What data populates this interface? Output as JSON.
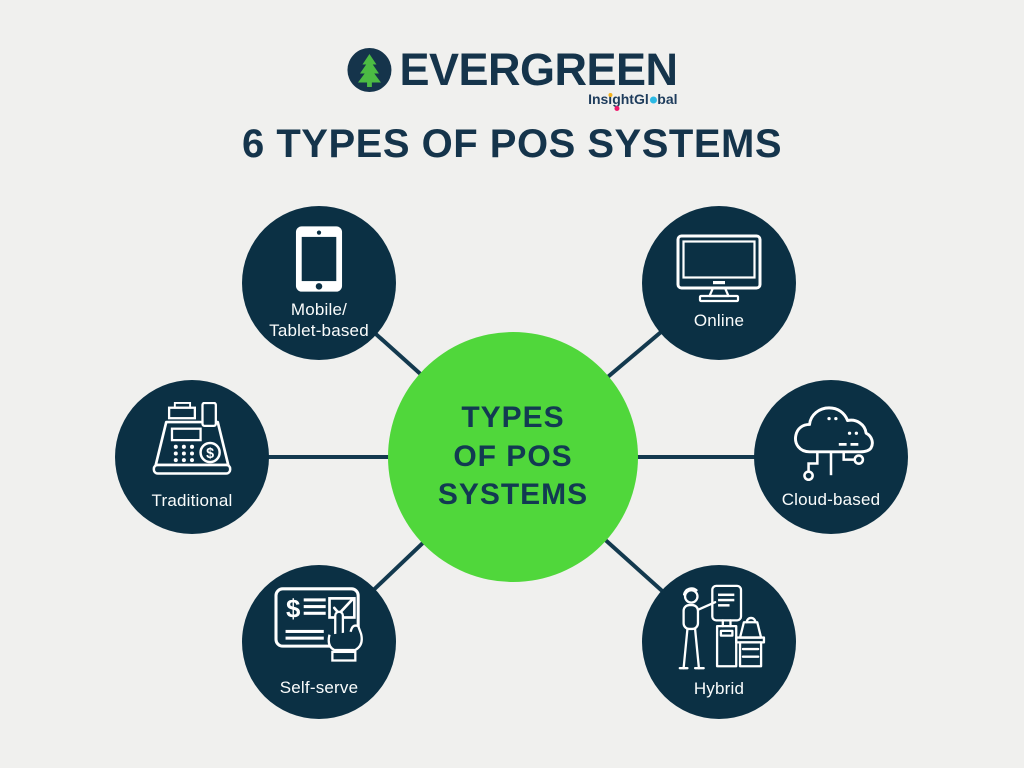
{
  "header": {
    "logo_text": "EVERGREEN",
    "logo_sub": {
      "pre": "Ins",
      "i1": "i",
      "mid": "ghtGl",
      "o": "o",
      "post": "bal"
    },
    "title": "6 TYPES OF POS SYSTEMS"
  },
  "center_node": {
    "lines": [
      "TYPES",
      "OF POS",
      "SYSTEMS"
    ]
  },
  "nodes": [
    {
      "id": "mobile-tablet",
      "icon": "tablet-icon",
      "label_lines": [
        "Mobile/",
        "Tablet-based"
      ]
    },
    {
      "id": "online",
      "icon": "desktop-monitor-icon",
      "label_lines": [
        "Online"
      ]
    },
    {
      "id": "traditional",
      "icon": "cash-register-icon",
      "label_lines": [
        "Traditional"
      ]
    },
    {
      "id": "cloud-based",
      "icon": "cloud-network-icon",
      "label_lines": [
        "Cloud-based"
      ]
    },
    {
      "id": "self-serve",
      "icon": "touchscreen-hand-icon",
      "label_lines": [
        "Self-serve"
      ]
    },
    {
      "id": "hybrid",
      "icon": "checkout-kiosk-icon",
      "label_lines": [
        "Hybrid"
      ]
    }
  ],
  "icons": {
    "dollar": "$"
  },
  "colors": {
    "background": "#F0F0EE",
    "node_navy": "#0B3044",
    "center_green": "#50D73B",
    "ink_navy": "#15344B",
    "connector": "#13394E",
    "logo_tree_green": "#4CBB43",
    "insight_yellow": "#F5B21C",
    "insight_magenta": "#F0186C",
    "insight_cyan": "#2CB9E4",
    "icon_white": "#FFFFFF"
  }
}
